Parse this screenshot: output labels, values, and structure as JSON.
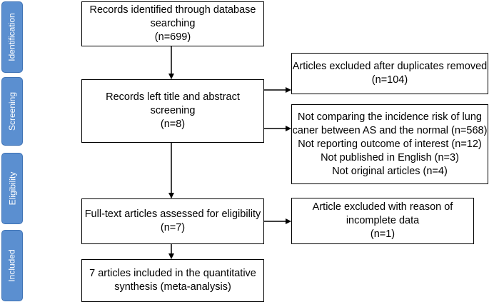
{
  "stages": [
    {
      "label": "Identification"
    },
    {
      "label": "Screening"
    },
    {
      "label": "Eligibility"
    },
    {
      "label": "Included"
    }
  ],
  "boxes": {
    "identified": {
      "lines": [
        "Records identified through database",
        "searching",
        "(n=699)"
      ]
    },
    "duplicates_removed": {
      "lines": [
        "Articles excluded after duplicates removed",
        "(n=104)"
      ]
    },
    "screening": {
      "lines": [
        "Records left title and abstract",
        "screening",
        "(n=8)"
      ]
    },
    "screen_excluded": {
      "lines": [
        "Not comparing the incidence risk of lung",
        "caner between AS and the normal (n=568)",
        "Not reporting outcome of interest (n=12)",
        "Not published in English (n=3)",
        "Not original articles (n=4)"
      ]
    },
    "fulltext": {
      "lines": [
        "Full-text articles assessed for eligibility",
        "(n=7)"
      ]
    },
    "fulltext_excluded": {
      "lines": [
        "Article excluded with reason of",
        "incomplete data",
        "(n=1)"
      ]
    },
    "included": {
      "lines": [
        "7 articles included in the quantitative",
        "synthesis (meta-analysis)"
      ]
    }
  }
}
